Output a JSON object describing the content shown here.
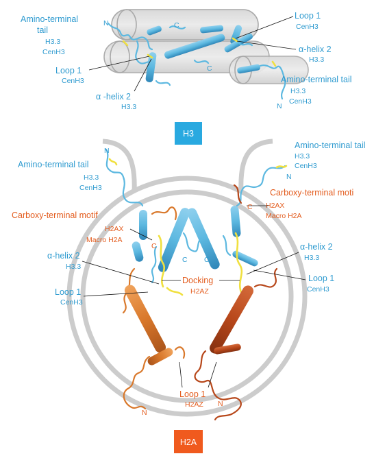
{
  "top": {
    "amino_tail_left": {
      "title1": "Amino-terminal",
      "title2": "tail",
      "sub1": "H3.3",
      "sub2": "CenH3"
    },
    "loop1_left": {
      "title": "Loop 1",
      "sub": "CenH3"
    },
    "ahelix2_left": {
      "title": "α -helix 2",
      "sub": "H3.3"
    },
    "loop1_right": {
      "title": "Loop 1",
      "sub": "CenH3"
    },
    "ahelix2_right": {
      "title": "α-helix 2",
      "sub": "H3.3"
    },
    "amino_tail_right": {
      "title": "Amino-terminal tail",
      "sub1": "H3.3",
      "sub2": "CenH3"
    },
    "terminals": {
      "n": "N",
      "c": "C"
    },
    "badge": "H3"
  },
  "bottom": {
    "amino_tail_left": {
      "title": "Amino-terminal tail",
      "sub1": "H3.3",
      "sub2": "CenH3"
    },
    "amino_tail_right": {
      "title": "Amino-terminal tail",
      "sub1": "H3.3",
      "sub2": "CenH3"
    },
    "carboxy_left": {
      "title": "Carboxy-terminal motif",
      "sub1": "H2AX",
      "sub2": "Macro H2A"
    },
    "carboxy_right": {
      "title": "Carboxy-terminal moti",
      "sub1": "H2AX",
      "sub2": "Macro H2A"
    },
    "ahelix2_left": {
      "title": "α-helix 2",
      "sub": "H3.3"
    },
    "ahelix2_right": {
      "title": "α-helix 2",
      "sub": "H3.3"
    },
    "loop1_left": {
      "title": "Loop 1",
      "sub": "CenH3"
    },
    "loop1_right": {
      "title": "Loop 1",
      "sub": "CenH3"
    },
    "docking": {
      "title": "Docking",
      "sub": "H2AZ"
    },
    "loop1_bottom": {
      "title": "Loop 1",
      "sub": "H2AZ"
    },
    "terminals": {
      "n": "N",
      "c": "C"
    },
    "badge": "H2A"
  },
  "colors": {
    "h3_blue": "#2f9bd0",
    "h2a_orange": "#e35c1e",
    "helix_blue": "#5cb8e0",
    "helix_orange": "#d9782b",
    "helix_rust": "#b7471a",
    "highlight_yellow": "#f0e040",
    "badge_h3": "#29a9e0",
    "badge_h2a": "#f05a1e"
  }
}
